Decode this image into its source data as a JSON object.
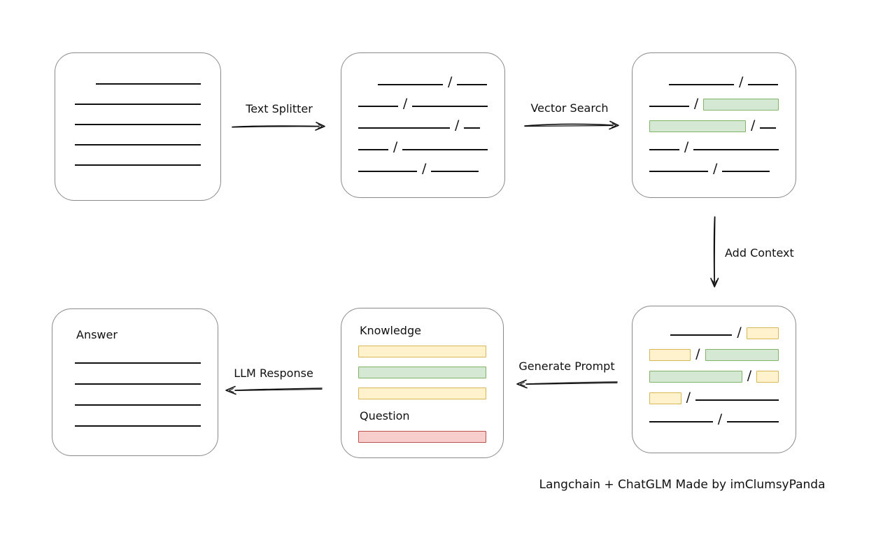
{
  "diagram": {
    "caption": "Langchain + ChatGLM Made by imClumsyPanda",
    "separator": "/",
    "arrows": [
      {
        "id": "text-splitter",
        "label": "Text Splitter",
        "direction": "right"
      },
      {
        "id": "vector-search",
        "label": "Vector Search",
        "direction": "right"
      },
      {
        "id": "add-context",
        "label": "Add Context",
        "direction": "down"
      },
      {
        "id": "generate-prompt",
        "label": "Generate Prompt",
        "direction": "left"
      },
      {
        "id": "llm-response",
        "label": "LLM Response",
        "direction": "left"
      }
    ],
    "colors": {
      "chunk_yellow_fill": "#fff2cc",
      "chunk_yellow_border": "#d6b656",
      "chunk_green_fill": "#d5e8d4",
      "chunk_green_border": "#82b366",
      "question_red_fill": "#f8cecc",
      "question_red_border": "#b85450",
      "box_border": "#8a8a8a"
    },
    "nodes": {
      "document": {
        "line_count": 5
      },
      "chunks": {
        "rows": [
          {
            "indent": 28,
            "segments": [
              {
                "type": "line",
                "w": 93
              },
              {
                "type": "line",
                "w": 43
              }
            ]
          },
          {
            "segments": [
              {
                "type": "line",
                "w": 57
              },
              {
                "type": "line",
                "w": 108
              }
            ]
          },
          {
            "segments": [
              {
                "type": "line",
                "w": 131
              },
              {
                "type": "line",
                "w": 23
              }
            ]
          },
          {
            "segments": [
              {
                "type": "line",
                "w": 43
              },
              {
                "type": "line",
                "w": 122
              }
            ]
          },
          {
            "segments": [
              {
                "type": "line",
                "w": 84
              },
              {
                "type": "line",
                "w": 68
              }
            ]
          }
        ]
      },
      "matched": {
        "rows": [
          {
            "indent": 28,
            "segments": [
              {
                "type": "line",
                "w": 93
              },
              {
                "type": "line",
                "w": 43
              }
            ]
          },
          {
            "segments": [
              {
                "type": "line",
                "w": 57
              },
              {
                "type": "green",
                "w": 108
              }
            ]
          },
          {
            "segments": [
              {
                "type": "green",
                "w": 138
              },
              {
                "type": "line",
                "w": 23
              }
            ]
          },
          {
            "segments": [
              {
                "type": "line",
                "w": 43
              },
              {
                "type": "line",
                "w": 122
              }
            ]
          },
          {
            "segments": [
              {
                "type": "line",
                "w": 84
              },
              {
                "type": "line",
                "w": 68
              }
            ]
          }
        ]
      },
      "context": {
        "rows": [
          {
            "indent": 30,
            "segments": [
              {
                "type": "line",
                "w": 90
              },
              {
                "type": "yellow",
                "w": 47
              }
            ]
          },
          {
            "segments": [
              {
                "type": "yellow",
                "w": 60
              },
              {
                "type": "green",
                "w": 107
              }
            ]
          },
          {
            "segments": [
              {
                "type": "green",
                "w": 138
              },
              {
                "type": "yellow",
                "w": 33
              }
            ]
          },
          {
            "segments": [
              {
                "type": "yellow",
                "w": 46
              },
              {
                "type": "line",
                "w": 120
              }
            ]
          },
          {
            "segments": [
              {
                "type": "line",
                "w": 91
              },
              {
                "type": "line",
                "w": 74
              }
            ]
          }
        ]
      },
      "prompt": {
        "knowledge_label": "Knowledge",
        "question_label": "Question",
        "knowledge_bars": [
          "yellow",
          "green",
          "yellow"
        ],
        "question_bars": [
          "red"
        ]
      },
      "answer": {
        "title": "Answer",
        "line_count": 4
      }
    }
  }
}
